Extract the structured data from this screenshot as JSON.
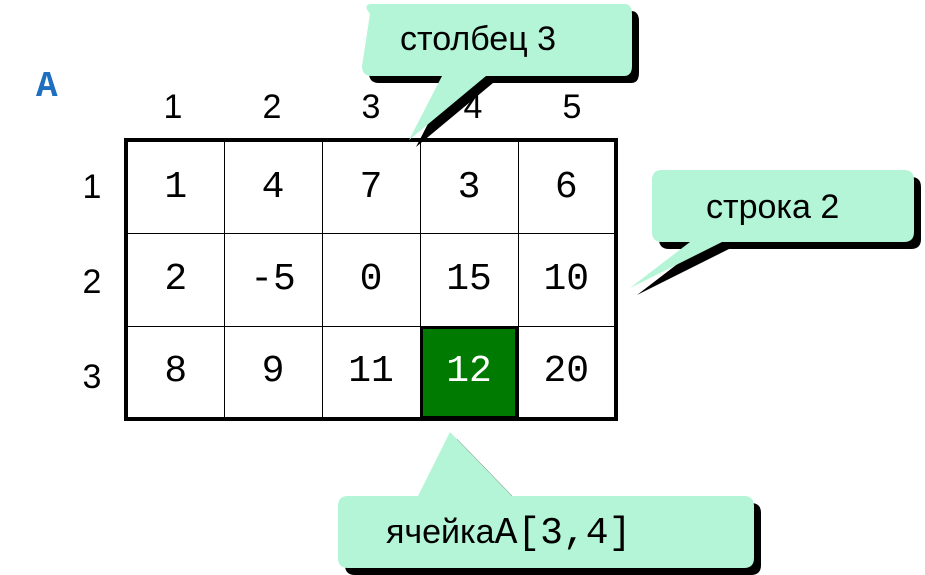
{
  "array_name": "A",
  "column_headers": [
    "1",
    "2",
    "3",
    "4",
    "5"
  ],
  "row_headers": [
    "1",
    "2",
    "3"
  ],
  "matrix": [
    [
      "1",
      "4",
      "7",
      "3",
      "6"
    ],
    [
      "2",
      "-5",
      "0",
      "15",
      "10"
    ],
    [
      "8",
      "9",
      "11",
      "12",
      "20"
    ]
  ],
  "highlight": {
    "row": 3,
    "col": 4,
    "color": "#007a00"
  },
  "callouts": {
    "column": "столбец 3",
    "row": "строка 2",
    "cell_word": "ячейка",
    "cell_ref": "A[3,4]"
  },
  "colors": {
    "callout_fill": "#b3f5d6",
    "array_name": "#1f6fc0"
  }
}
